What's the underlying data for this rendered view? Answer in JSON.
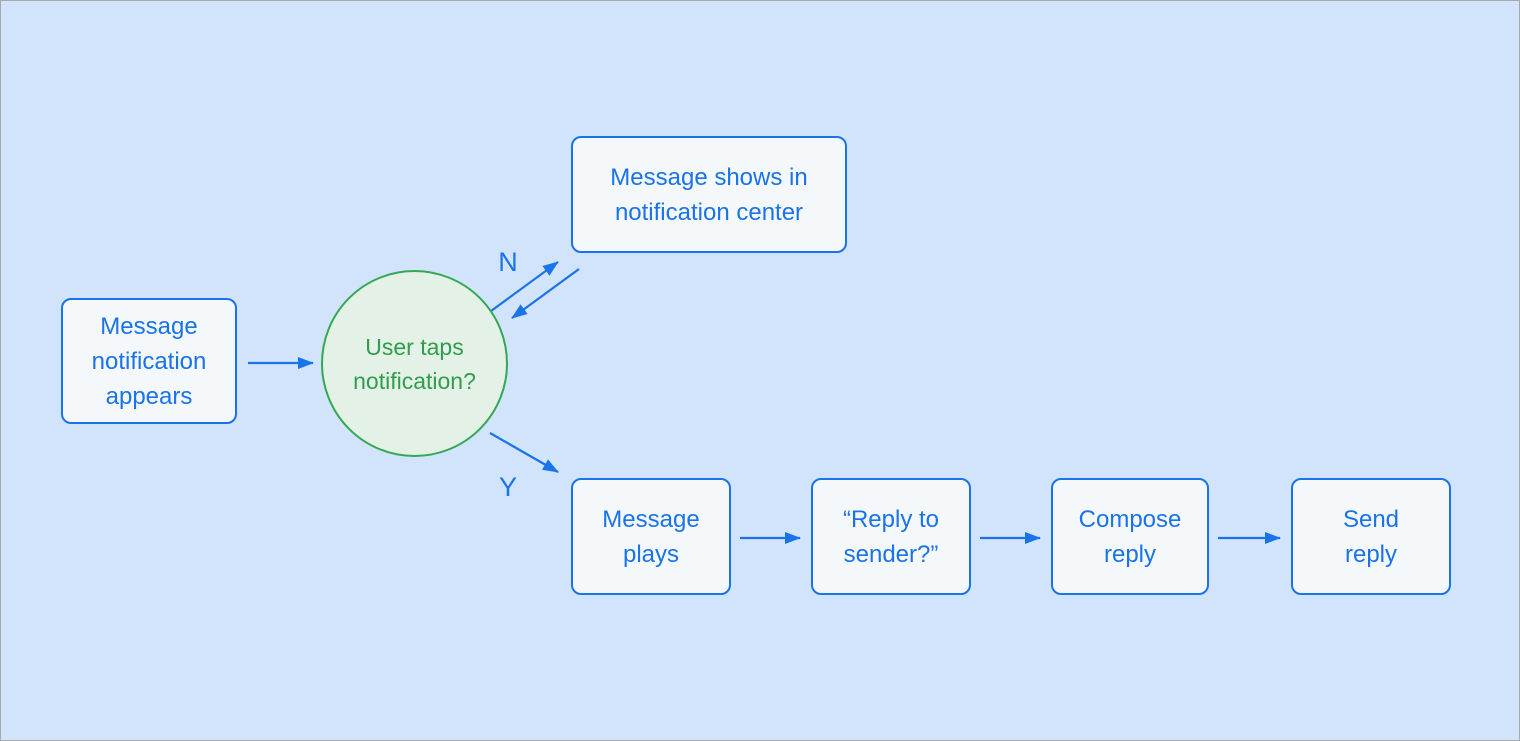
{
  "diagram": {
    "type": "flowchart",
    "colors": {
      "background": "#d2e3fc",
      "frame_border": "#a9a9a9",
      "process_fill": "#f4f8fb",
      "process_border": "#1a73e8",
      "process_text": "#1a73e8",
      "arrow": "#1a73e8",
      "decision_fill": "#e4f1e6",
      "decision_border": "#34a853",
      "decision_text": "#2f9e4c"
    },
    "nodes": {
      "start": {
        "label": "Message\nnotification\nappears",
        "shape": "rounded-rect"
      },
      "decision": {
        "label": "User taps\nnotification?",
        "shape": "circle"
      },
      "notification_center": {
        "label": "Message shows in\nnotification center",
        "shape": "rounded-rect"
      },
      "message_plays": {
        "label": "Message\nplays",
        "shape": "rounded-rect"
      },
      "reply_to_sender": {
        "label": "“Reply to\nsender?”",
        "shape": "rounded-rect"
      },
      "compose_reply": {
        "label": "Compose\nreply",
        "shape": "rounded-rect"
      },
      "send_reply": {
        "label": "Send\nreply",
        "shape": "rounded-rect"
      }
    },
    "branch_labels": {
      "no": "N",
      "yes": "Y"
    },
    "edges": [
      {
        "from": "start",
        "to": "decision"
      },
      {
        "from": "decision",
        "to": "notification_center",
        "label": "N"
      },
      {
        "from": "notification_center",
        "to": "decision"
      },
      {
        "from": "decision",
        "to": "message_plays",
        "label": "Y"
      },
      {
        "from": "message_plays",
        "to": "reply_to_sender"
      },
      {
        "from": "reply_to_sender",
        "to": "compose_reply"
      },
      {
        "from": "compose_reply",
        "to": "send_reply"
      }
    ]
  }
}
